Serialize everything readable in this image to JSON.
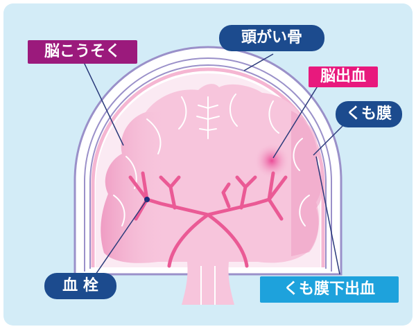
{
  "labels": {
    "stroke": "脳こうそく",
    "skull": "頭がい骨",
    "hemorrhage": "脳出血",
    "arachnoid": "くも膜",
    "thrombus": "血 栓",
    "subarachnoid": "くも膜下出血"
  },
  "colors": {
    "background": "#d3ecf7",
    "stroke_label": "#9b1a7c",
    "hemorrhage_label": "#e8197d",
    "navy_label": "#1c4b8e",
    "blue_label": "#1ea2dc",
    "brain": "#f7c5dc",
    "vessel": "#ea5a95"
  }
}
